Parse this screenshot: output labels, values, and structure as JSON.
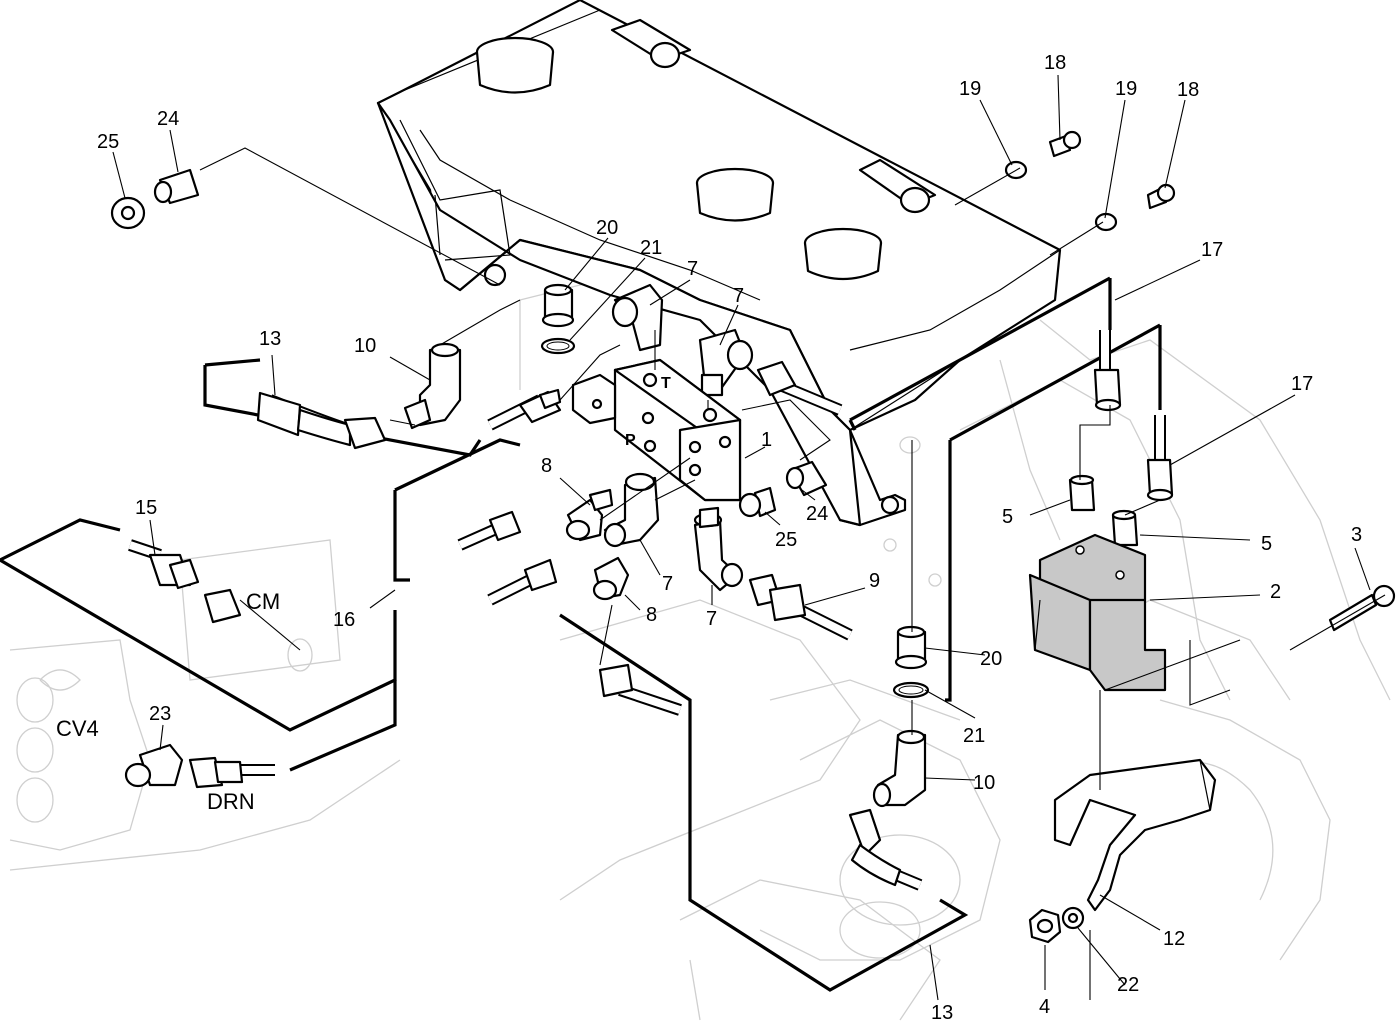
{
  "callouts": [
    {
      "id": "c1",
      "text": "1"
    },
    {
      "id": "c2",
      "text": "2"
    },
    {
      "id": "c3",
      "text": "3"
    },
    {
      "id": "c4",
      "text": "4"
    },
    {
      "id": "c5a",
      "text": "5"
    },
    {
      "id": "c5b",
      "text": "5"
    },
    {
      "id": "c7a",
      "text": "7"
    },
    {
      "id": "c7b",
      "text": "7"
    },
    {
      "id": "c7c",
      "text": "7"
    },
    {
      "id": "c7d",
      "text": "7"
    },
    {
      "id": "c8a",
      "text": "8"
    },
    {
      "id": "c8b",
      "text": "8"
    },
    {
      "id": "c9",
      "text": "9"
    },
    {
      "id": "c10a",
      "text": "10"
    },
    {
      "id": "c10b",
      "text": "10"
    },
    {
      "id": "c12",
      "text": "12"
    },
    {
      "id": "c13a",
      "text": "13"
    },
    {
      "id": "c13b",
      "text": "13"
    },
    {
      "id": "c15",
      "text": "15"
    },
    {
      "id": "c16",
      "text": "16"
    },
    {
      "id": "c17a",
      "text": "17"
    },
    {
      "id": "c17b",
      "text": "17"
    },
    {
      "id": "c18a",
      "text": "18"
    },
    {
      "id": "c18b",
      "text": "18"
    },
    {
      "id": "c19a",
      "text": "19"
    },
    {
      "id": "c19b",
      "text": "19"
    },
    {
      "id": "c20a",
      "text": "20"
    },
    {
      "id": "c20b",
      "text": "20"
    },
    {
      "id": "c21a",
      "text": "21"
    },
    {
      "id": "c21b",
      "text": "21"
    },
    {
      "id": "c22",
      "text": "22"
    },
    {
      "id": "c23",
      "text": "23"
    },
    {
      "id": "c24a",
      "text": "24"
    },
    {
      "id": "c24b",
      "text": "24"
    },
    {
      "id": "c25a",
      "text": "25"
    },
    {
      "id": "c25b",
      "text": "25"
    }
  ],
  "port_labels": {
    "cm": "CM",
    "cv4": "CV4",
    "drn": "DRN"
  },
  "valve_stamps": {
    "t": "T",
    "p": "P"
  }
}
